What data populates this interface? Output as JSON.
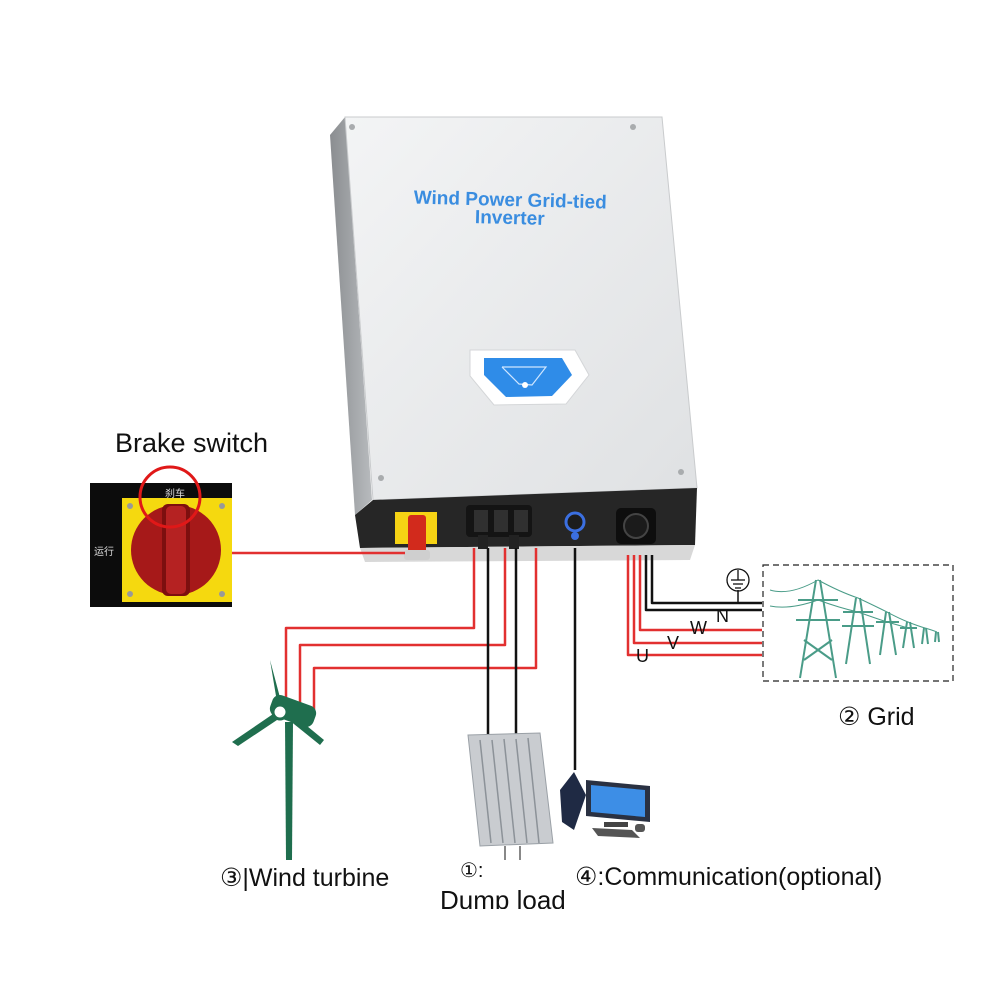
{
  "inverter": {
    "title_line1": "Wind Power Grid-tied",
    "title_line2": "Inverter"
  },
  "brake_switch": {
    "title": "Brake switch",
    "label_top": "刹车",
    "label_left": "运行"
  },
  "labels": {
    "wind_turbine": "③|Wind turbine",
    "dump_load_number": "①:",
    "dump_load": "Dump load",
    "communication": "④:Communication(optional)",
    "grid": "② Grid"
  },
  "grid_phases": {
    "u": "U",
    "v": "V",
    "w": "W",
    "n": "N"
  },
  "colors": {
    "inverter_blue": "#3a8de0",
    "wire_red": "#e23030",
    "wire_black": "#111111",
    "turbine_green": "#1f6e4e",
    "switch_yellow": "#f5d90f",
    "switch_red": "#a61919",
    "circle_red": "#e01818"
  },
  "icons": [
    "wind-turbine-icon",
    "dump-load-resistor-icon",
    "computer-icon",
    "transmission-tower-icon",
    "ground-symbol-icon"
  ]
}
